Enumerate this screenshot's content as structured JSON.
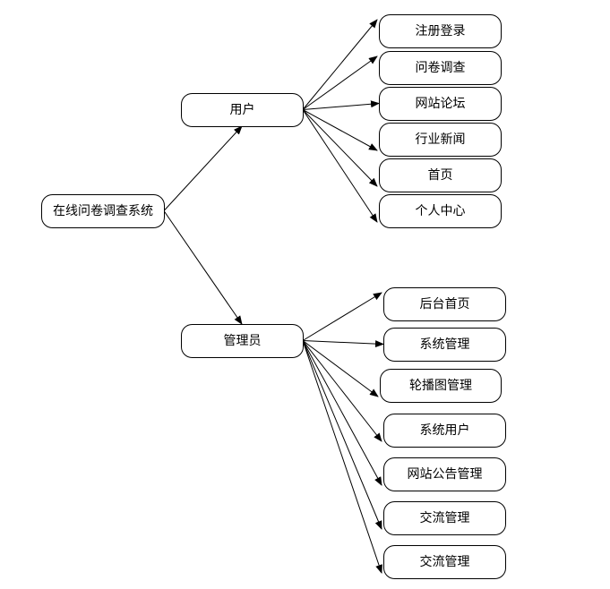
{
  "diagram": {
    "root": {
      "label": "在线问卷调查系统"
    },
    "branches": [
      {
        "label": "用户",
        "children": [
          "注册登录",
          "问卷调查",
          "网站论坛",
          "行业新闻",
          "首页",
          "个人中心"
        ]
      },
      {
        "label": "管理员",
        "children": [
          "后台首页",
          "系统管理",
          "轮播图管理",
          "系统用户",
          "网站公告管理",
          "交流管理",
          "交流管理"
        ]
      }
    ]
  }
}
